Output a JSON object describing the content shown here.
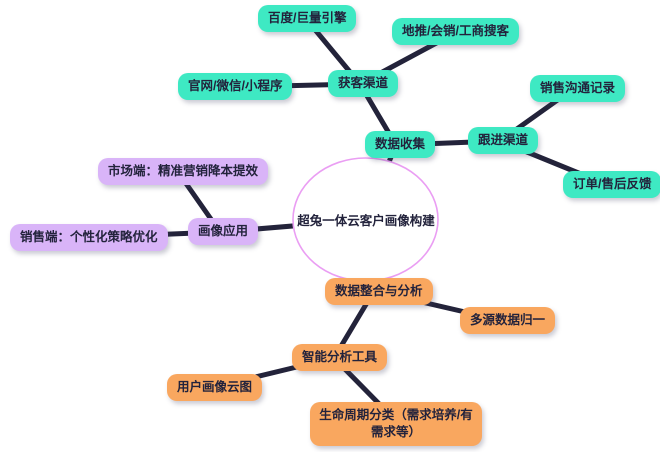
{
  "diagram": {
    "root": {
      "label": "超兔一体云客户画像构建"
    },
    "nodes": {
      "baidu_engine": {
        "label": "百度/巨量引擎",
        "branch": "data-collection"
      },
      "offline_promo": {
        "label": "地推/会销/工商搜客",
        "branch": "data-collection"
      },
      "website_wechat": {
        "label": "官网/微信/小程序",
        "branch": "data-collection"
      },
      "acquisition": {
        "label": "获客渠道",
        "branch": "data-collection"
      },
      "sales_comm": {
        "label": "销售沟通记录",
        "branch": "data-collection"
      },
      "data_collection": {
        "label": "数据收集",
        "branch": "data-collection"
      },
      "followup": {
        "label": "跟进渠道",
        "branch": "data-collection"
      },
      "order_feedback": {
        "label": "订单/售后反馈",
        "branch": "data-collection"
      },
      "market_side": {
        "label": "市场端：精准营销降本提效",
        "branch": "profile-application"
      },
      "profile_app": {
        "label": "画像应用",
        "branch": "profile-application"
      },
      "sales_side": {
        "label": "销售端：个性化策略优化",
        "branch": "profile-application"
      },
      "data_integration": {
        "label": "数据整合与分析",
        "branch": "integration-analysis"
      },
      "multi_source": {
        "label": "多源数据归一",
        "branch": "integration-analysis"
      },
      "analysis_tools": {
        "label": "智能分析工具",
        "branch": "integration-analysis"
      },
      "user_cloud": {
        "label": "用户画像云图",
        "branch": "integration-analysis"
      },
      "lifecycle": {
        "label": "生命周期分类（需求培养/有需求等）",
        "branch": "integration-analysis"
      }
    },
    "colors": {
      "teal_node": "#3ee9c3",
      "purple_node": "#d9b4f8",
      "orange_node": "#f9a75f",
      "edge": "#23233a",
      "root_border": "#ea9ef3",
      "root_fill": "#ffffff",
      "text": "#23233c",
      "background": "#ffffff"
    }
  }
}
